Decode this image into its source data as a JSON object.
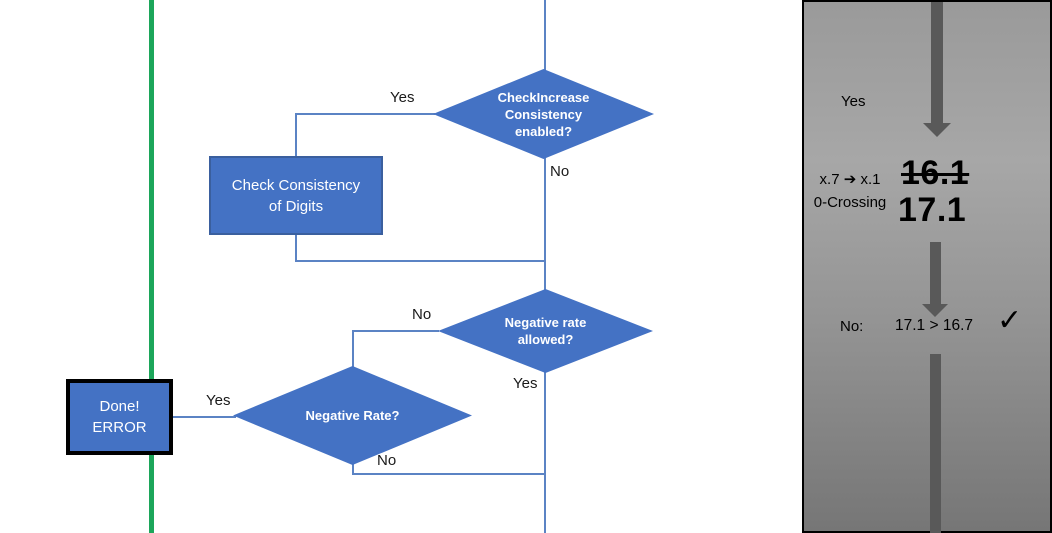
{
  "flowchart": {
    "nodes": {
      "check_increase": {
        "line1": "CheckIncrease",
        "line2": "Consistency",
        "line3": "enabled?"
      },
      "check_consistency": {
        "line1": "Check Consistency",
        "line2": "of Digits"
      },
      "negative_rate_allowed": {
        "line1": "Negative rate",
        "line2": "allowed?"
      },
      "negative_rate": {
        "line1": "Negative Rate?"
      },
      "done_error": {
        "line1": "Done!",
        "line2": "ERROR"
      }
    },
    "edge_labels": {
      "d1_yes": "Yes",
      "d1_no": "No",
      "d2_no": "No",
      "d2_yes": "Yes",
      "d3_yes": "Yes",
      "d3_no": "No"
    },
    "colors": {
      "node_fill": "#4472C4",
      "node_border": "#3A5F9E",
      "connector": "#5B83C4",
      "guide_line": "#1CA65A",
      "done_border": "#000000"
    }
  },
  "side_panel": {
    "yes_label": "Yes",
    "case_line1": "x.7 ➔ x.1",
    "case_line2": "0-Crossing",
    "old_value": "16.1",
    "new_value": "17.1",
    "result_label": "No:",
    "result_comparison": "17.1 > 16.7",
    "checkmark": "✓",
    "colors": {
      "arrow": "#595959",
      "bg_top": "#9A9A9A",
      "bg_mid": "#A7A7A7",
      "bg_bottom": "#767676"
    }
  }
}
